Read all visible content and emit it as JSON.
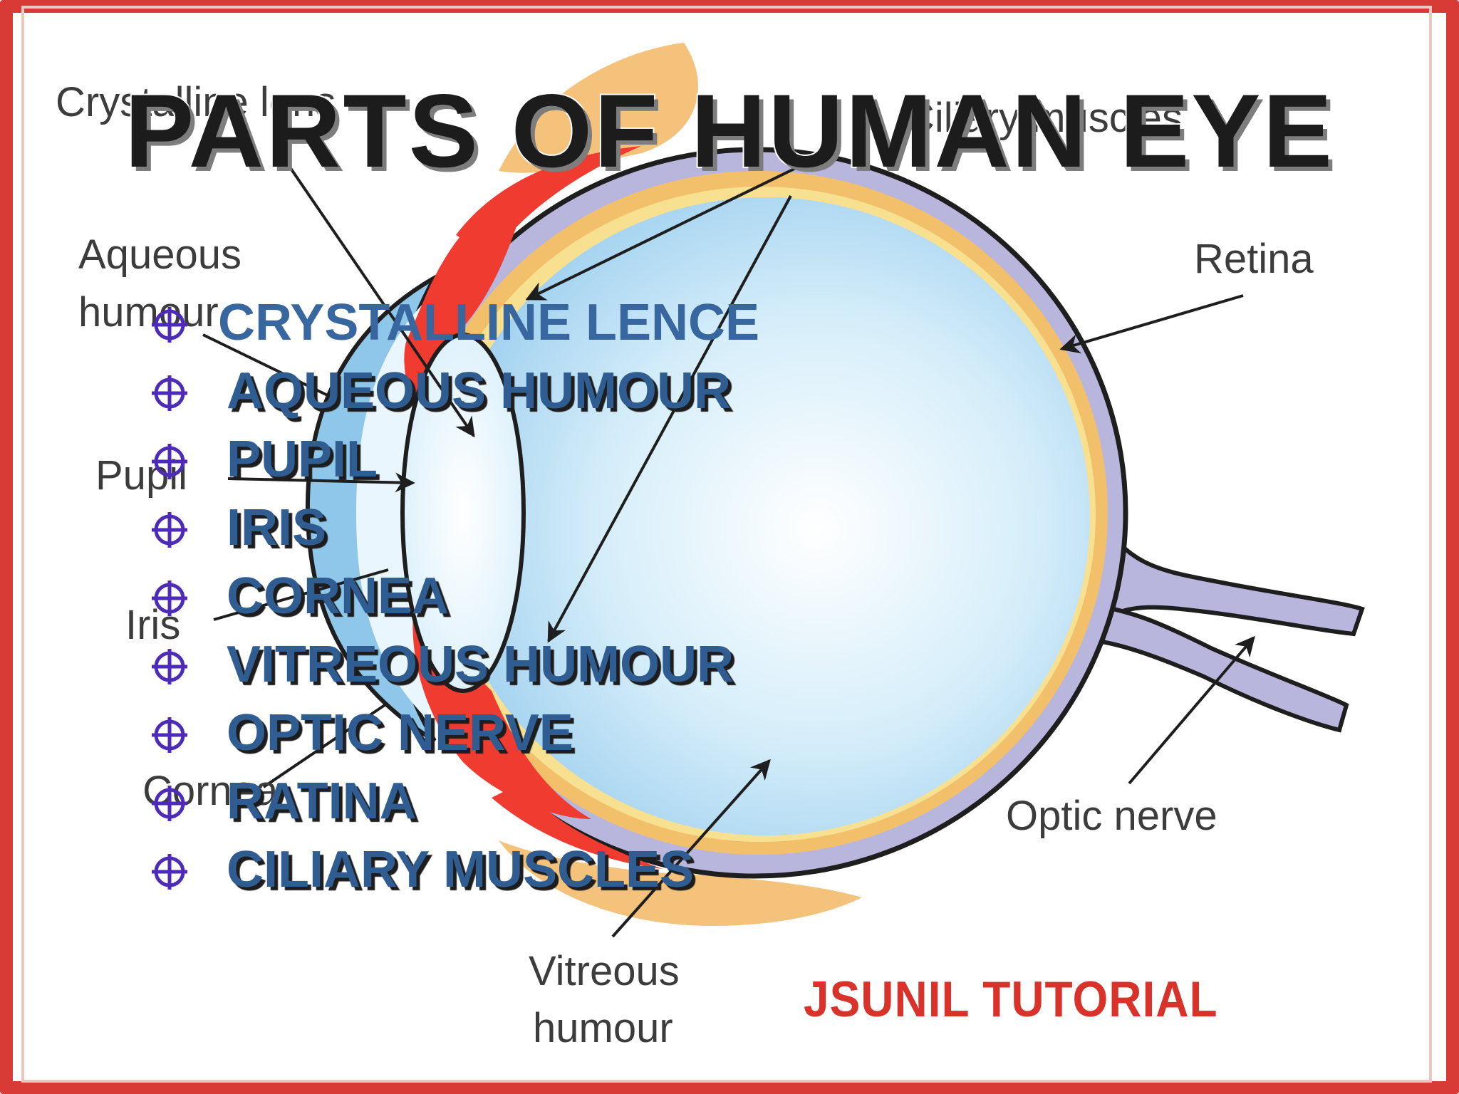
{
  "title": "PARTS OF HUMAN EYE",
  "diagram_labels": {
    "crystalline_lens": "Crystalline lens",
    "ciliary_muscles": "Ciliary muscles",
    "aqueous_humour_line1": "Aqueous",
    "aqueous_humour_line2": "humour",
    "retina": "Retina",
    "pupil": "Pupil",
    "iris": "Iris",
    "cornea": "Cornea",
    "optic_nerve": "Optic nerve",
    "vitreous_humour_line1": "Vitreous",
    "vitreous_humour_line2": "humour"
  },
  "parts_list": [
    "CRYSTALLINE  LENCE",
    "AQUEOUS  HUMOUR",
    "PUPIL",
    "IRIS",
    "CORNEA",
    "VITREOUS  HUMOUR",
    "OPTIC NERVE",
    "RATINA",
    "CILIARY  MUSCLES"
  ],
  "brand": "JSUNIL TUTORIAL",
  "colors": {
    "frame": "#d83a35",
    "list_text": "#2f5d92",
    "bullet": "#4b2bb8",
    "brand": "#d8322a",
    "eyeball": "#bfe3f7",
    "sclera": "#b9b6dd",
    "choroid": "#f2c06b",
    "iris": "#ef3b30"
  },
  "icons": {
    "bullet": "crosshair-icon"
  }
}
